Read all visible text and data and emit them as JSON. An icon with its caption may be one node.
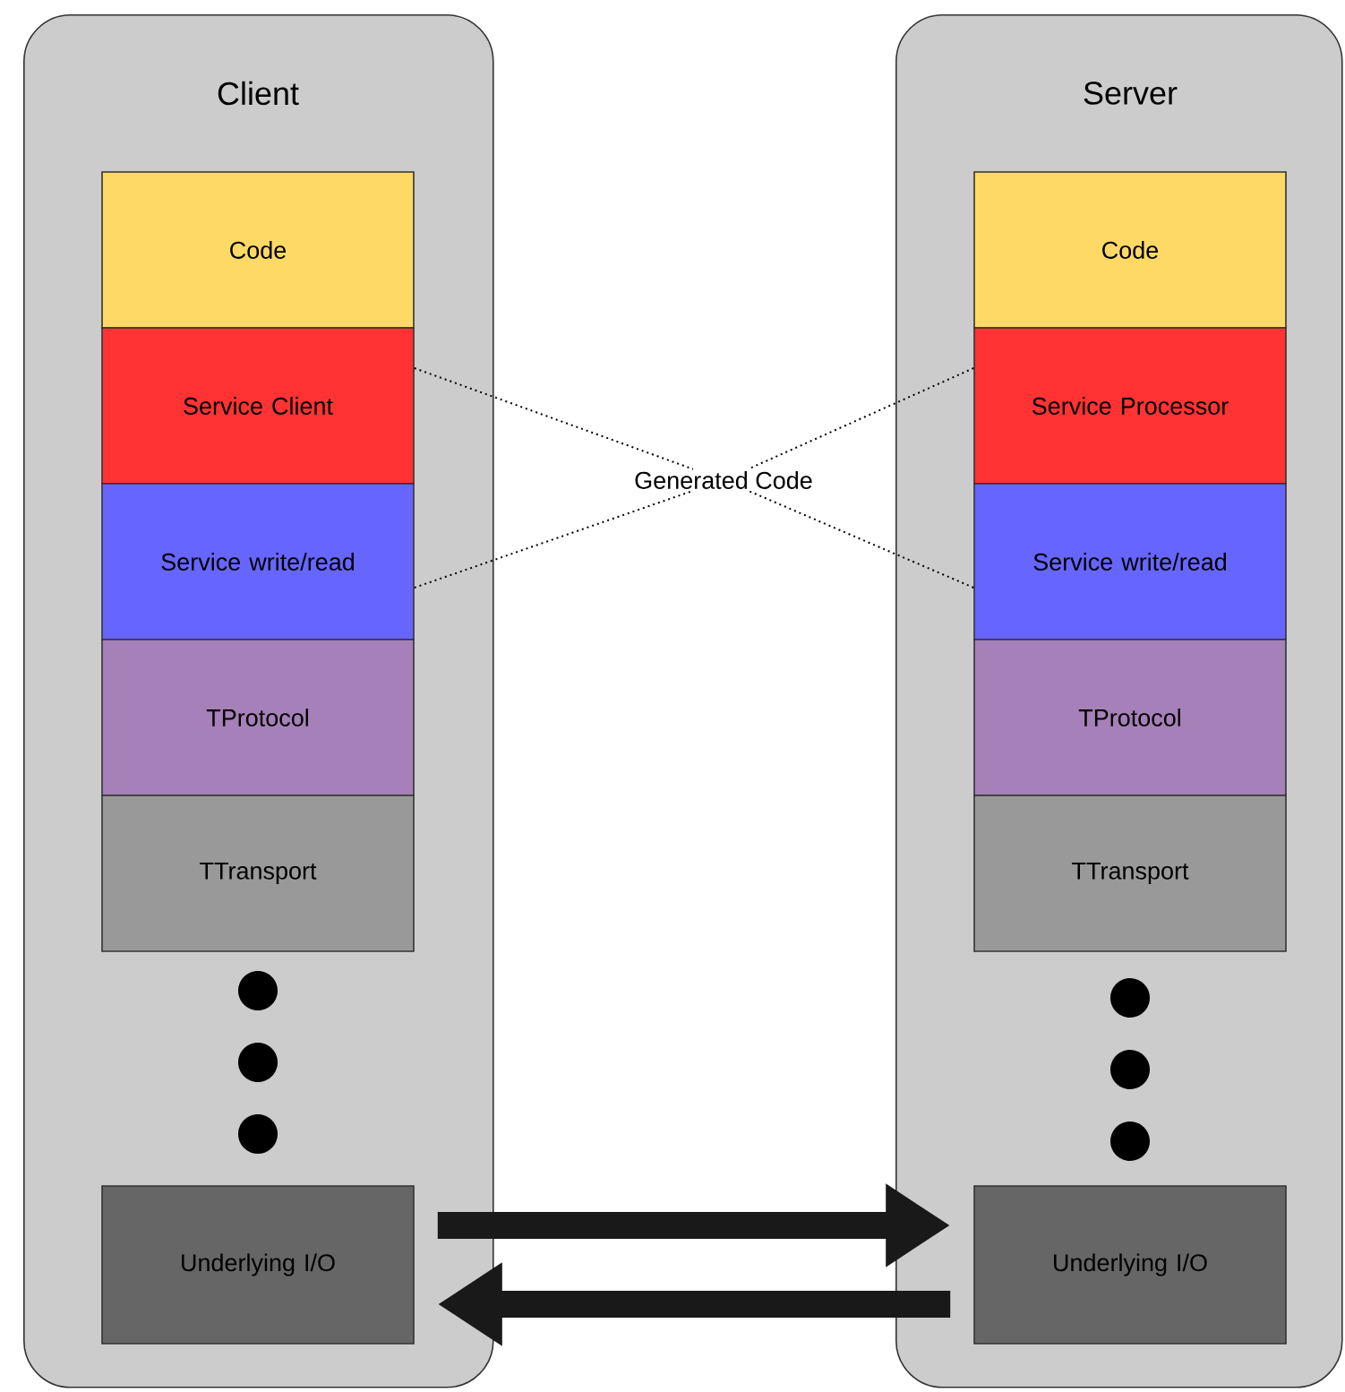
{
  "diagram": {
    "nodes": [
      {
        "text": [
          "Client"
        ]
      },
      {
        "text": [
          "Code"
        ],
        "in": 0
      },
      {
        "text": [
          "Service Client"
        ],
        "in": 0
      },
      {
        "text": [
          "Service write/read"
        ],
        "in": 0
      },
      {
        "text": [
          "TProtocol"
        ],
        "in": 0
      },
      {
        "text": [
          "TTransport"
        ],
        "in": 0
      },
      {
        "text": [
          "Underlying I/O"
        ],
        "in": 0
      },
      {
        "text": [
          "Generated Code"
        ]
      },
      {
        "text": [
          "Server"
        ]
      },
      {
        "text": [
          "Code"
        ],
        "in": 8
      },
      {
        "text": [
          "Service Processor"
        ],
        "in": 8
      },
      {
        "text": [
          "Service write/read"
        ],
        "in": 8
      },
      {
        "text": [
          "TProtocol"
        ],
        "in": 8
      },
      {
        "text": [
          "TTransport"
        ],
        "in": 8
      },
      {
        "text": [
          "Underlying I/O"
        ],
        "in": 8
      }
    ],
    "edges": [
      {
        "from": 2,
        "to": 7,
        "arrow": "none",
        "style": "dashed"
      },
      {
        "from": 3,
        "to": 7,
        "arrow": "none",
        "style": "dashed"
      },
      {
        "from": 10,
        "to": 7,
        "arrow": "none",
        "style": "dashed"
      },
      {
        "from": 11,
        "to": 7,
        "arrow": "none",
        "style": "dashed"
      },
      {
        "from": 6,
        "to": 14,
        "arrow": "to",
        "style": "thick"
      },
      {
        "from": 14,
        "to": 6,
        "arrow": "to",
        "style": "thick"
      }
    ]
  }
}
